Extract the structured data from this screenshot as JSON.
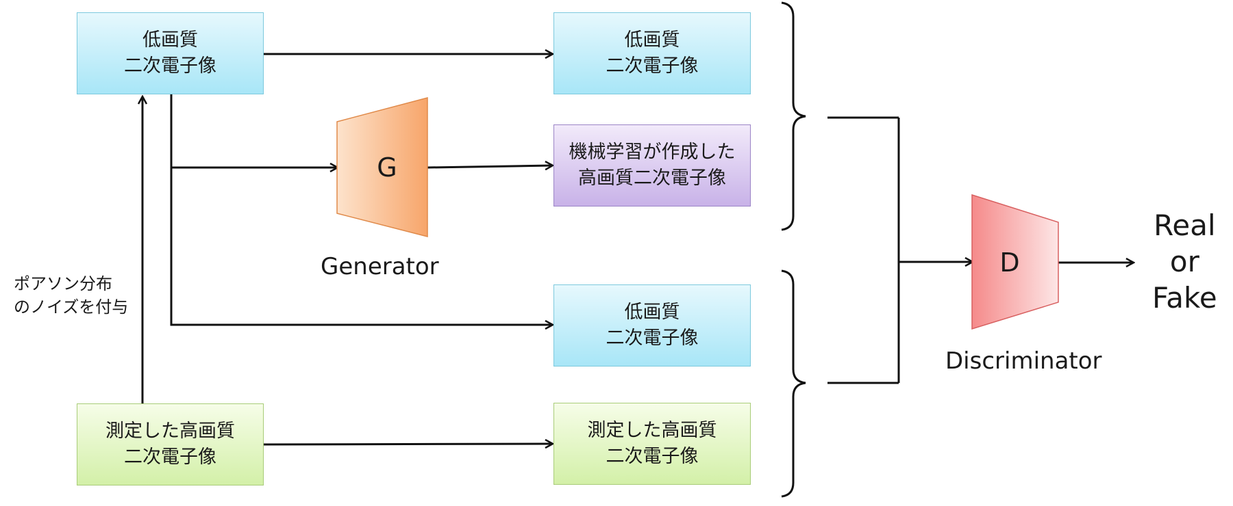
{
  "boxes": {
    "input_low": "低画質\n二次電子像",
    "measured_high": "測定した高画質\n二次電子像",
    "out_low_top": "低画質\n二次電子像",
    "out_generated": "機械学習が作成した\n高画質二次電子像",
    "out_low_bottom": "低画質\n二次電子像",
    "out_measured_high": "測定した高画質\n二次電子像"
  },
  "generator": {
    "letter": "G",
    "label": "Generator"
  },
  "discriminator": {
    "letter": "D",
    "label": "Discriminator"
  },
  "noise_label": "ポアソン分布\nのノイズを付与",
  "output_label": "Real\nor\nFake",
  "colors": {
    "blue_box": "#a8e6f7",
    "purple_box": "#c8b2e8",
    "green_box": "#d3f0a8",
    "generator": "#f7a56a",
    "discriminator": "#f58a8a",
    "line": "#111111"
  }
}
